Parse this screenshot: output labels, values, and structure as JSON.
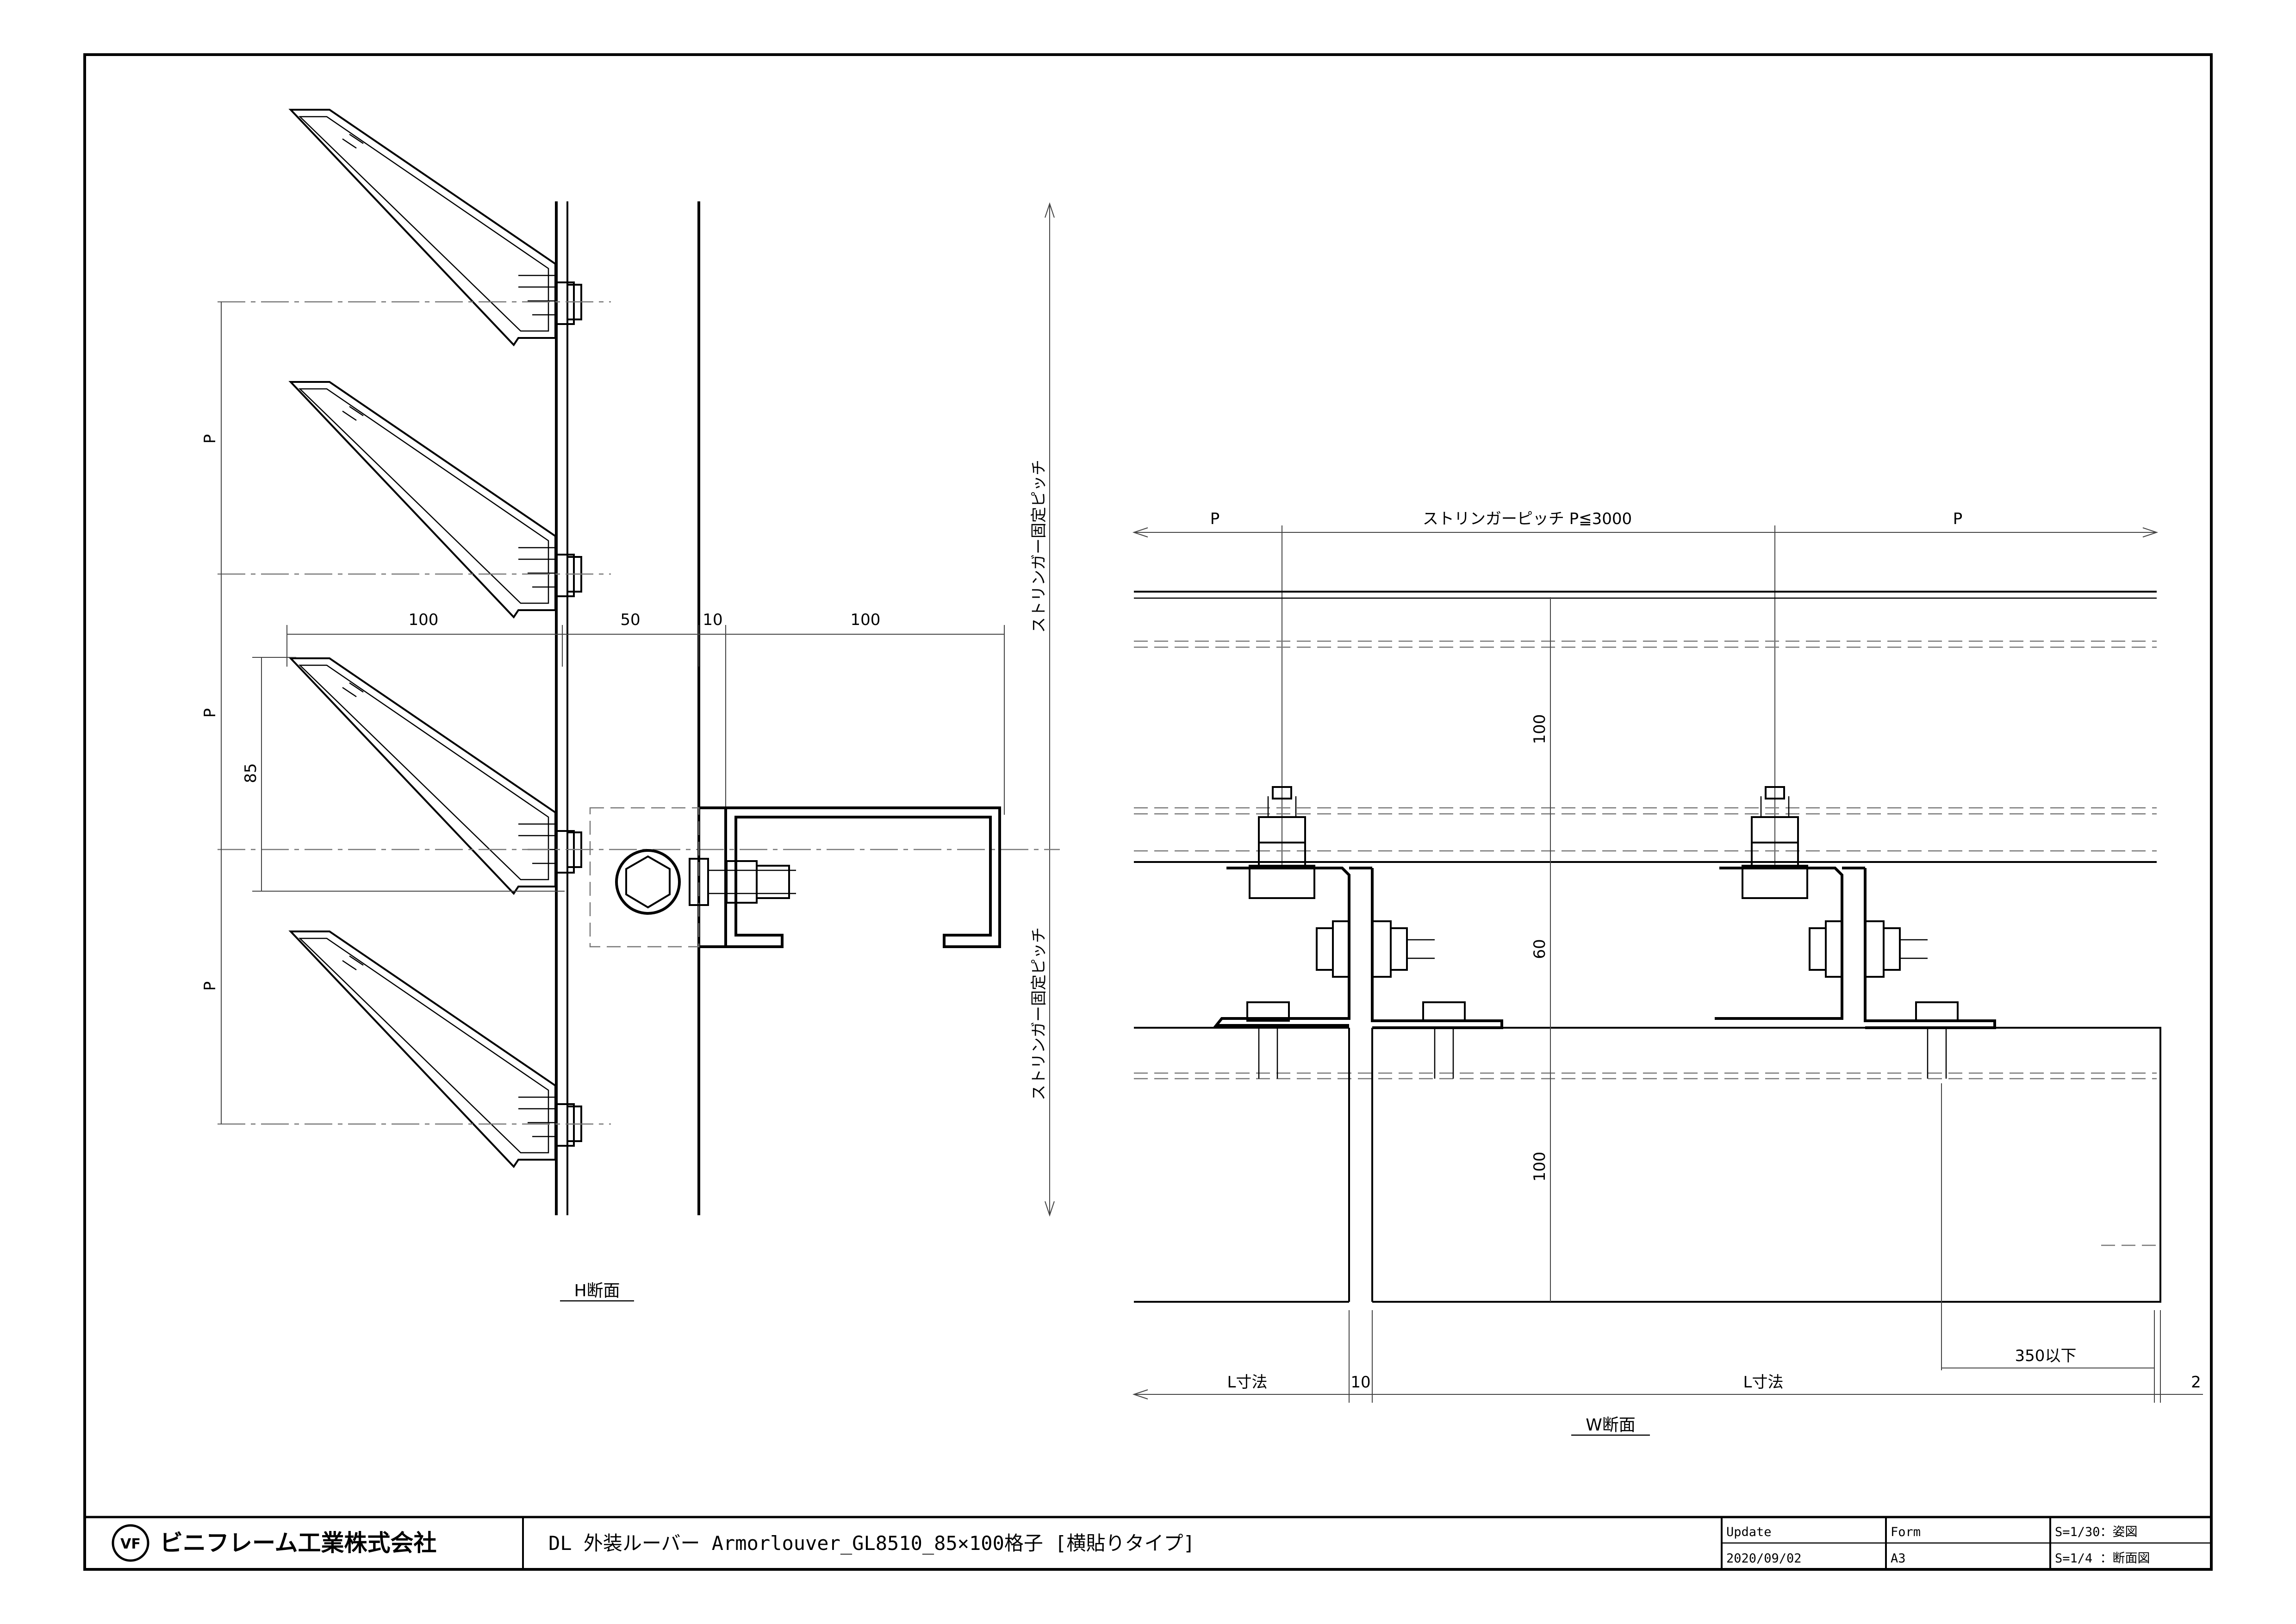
{
  "title_block": {
    "company_name": "ビニフレーム工業株式会社",
    "logo_mark": "VF",
    "drawing_title": "DL 外装ルーバー Armorlouver_GL8510_85×100格子 [横貼りタイプ]",
    "update_label": "Update",
    "update_date": "2020/09/02",
    "form_label": "Form",
    "form_value": "A3",
    "scale_1": "S=1/30：姿図",
    "scale_2": "S=1/4 ：断面図"
  },
  "h_section": {
    "caption": "H断面",
    "dim_100_left": "100",
    "dim_50": "50",
    "dim_10": "10",
    "dim_100_right": "100",
    "dim_85": "85",
    "pitch_p1": "P",
    "pitch_p2": "P",
    "pitch_p3": "P",
    "stringer_pitch_upper": "ストリンガー固定ピッチ",
    "stringer_pitch_lower": "ストリンガー固定ピッチ"
  },
  "w_section": {
    "caption": "W断面",
    "top_p_left": "P",
    "top_stringer_pitch": "ストリンガーピッチ P≦3000",
    "top_p_right": "P",
    "dim_100_top": "100",
    "dim_60": "60",
    "dim_100_bottom": "100",
    "dim_350": "350以下",
    "l_dim_left": "L寸法",
    "dim_10": "10",
    "l_dim_right": "L寸法",
    "dim_2": "2"
  }
}
